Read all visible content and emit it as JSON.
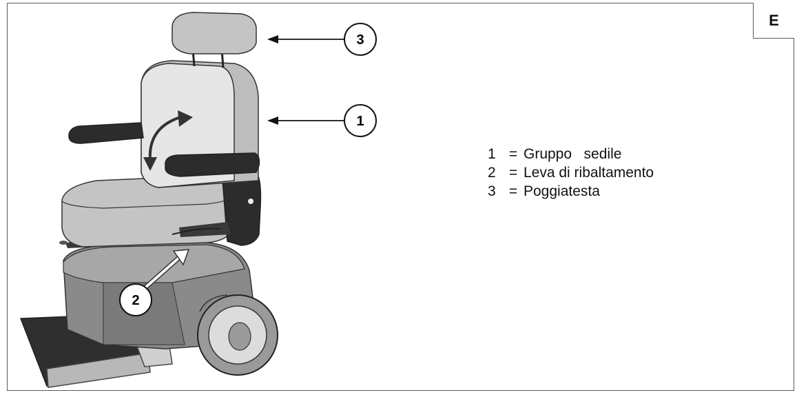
{
  "section_label": "E",
  "callouts": [
    {
      "number": "1"
    },
    {
      "number": "2"
    },
    {
      "number": "3"
    }
  ],
  "legend": [
    {
      "number": "1",
      "separator": "=",
      "text": "Gruppo   sedile"
    },
    {
      "number": "2",
      "separator": "=",
      "text": "Leva di ribaltamento"
    },
    {
      "number": "3",
      "separator": "=",
      "text": "Poggiatesta"
    }
  ]
}
